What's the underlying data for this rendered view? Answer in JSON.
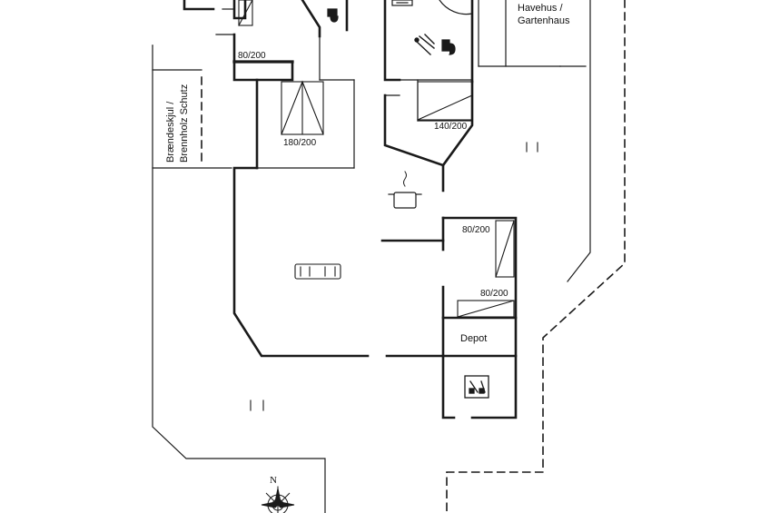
{
  "labels": {
    "havehus_line1": "Havehus /",
    "havehus_line2": "Gartenhaus",
    "braendeskjul_line1": "Brændeskjul /",
    "braendeskjul_line2": "Brennholz Schutz",
    "bed_top": "80/200",
    "bed_double": "180/200",
    "bed_140": "140/200",
    "bed_right_1": "80/200",
    "bed_right_2": "80/200",
    "depot": "Depot",
    "compass_north": "N"
  },
  "icons": [
    "toilet-icon",
    "shower-icon",
    "sink-icon",
    "cooking-pot-icon",
    "sofa-icon",
    "utility-icon",
    "compass-rose-icon",
    "bed-icon"
  ],
  "colors": {
    "line": "#1a1a1a",
    "background": "#ffffff"
  }
}
